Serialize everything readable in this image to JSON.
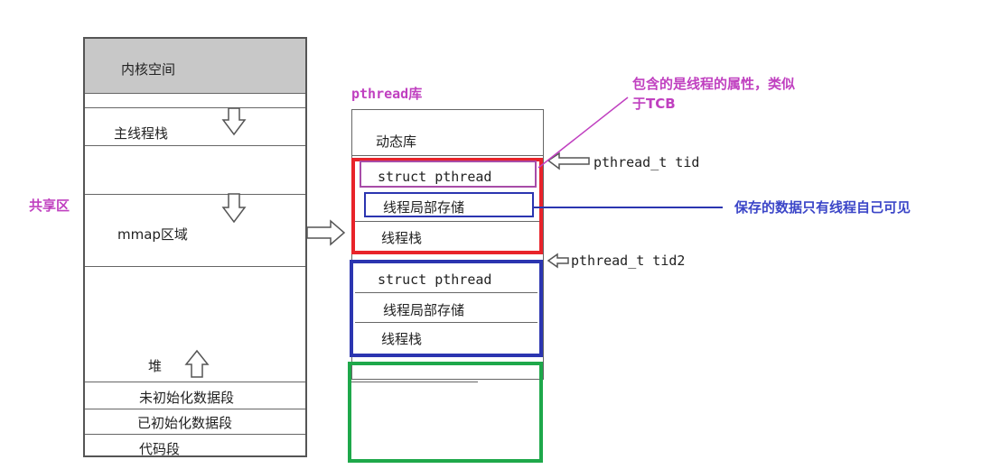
{
  "memory": {
    "kernel": "内核空间",
    "main_stack": "主线程栈",
    "mmap": "mmap区域",
    "heap": "堆",
    "bss": "未初始化数据段",
    "data": "已初始化数据段",
    "code": "代码段"
  },
  "shared_label": "共享区",
  "lib": {
    "title": "pthread库",
    "dynamic": "动态库",
    "thread1": {
      "struct": "struct pthread",
      "tls": "线程局部存储",
      "stack": "线程栈",
      "tid": "pthread_t tid",
      "color": "#e8232a"
    },
    "thread2": {
      "struct": "struct pthread",
      "tls": "线程局部存储",
      "stack": "线程栈",
      "tid": "pthread_t tid2",
      "color": "#2b35b0"
    },
    "thread3_color": "#1ea84a"
  },
  "annotations": {
    "tcb_note_line1": "包含的是线程的属性，类似",
    "tcb_note_line2": "于TCB",
    "tls_note": "保存的数据只有线程自己可见",
    "pink": "#c040c0",
    "blue": "#3c46c8"
  },
  "icons": [
    "down-arrow-icon",
    "up-arrow-icon",
    "right-arrow-icon",
    "left-arrow-icon"
  ]
}
